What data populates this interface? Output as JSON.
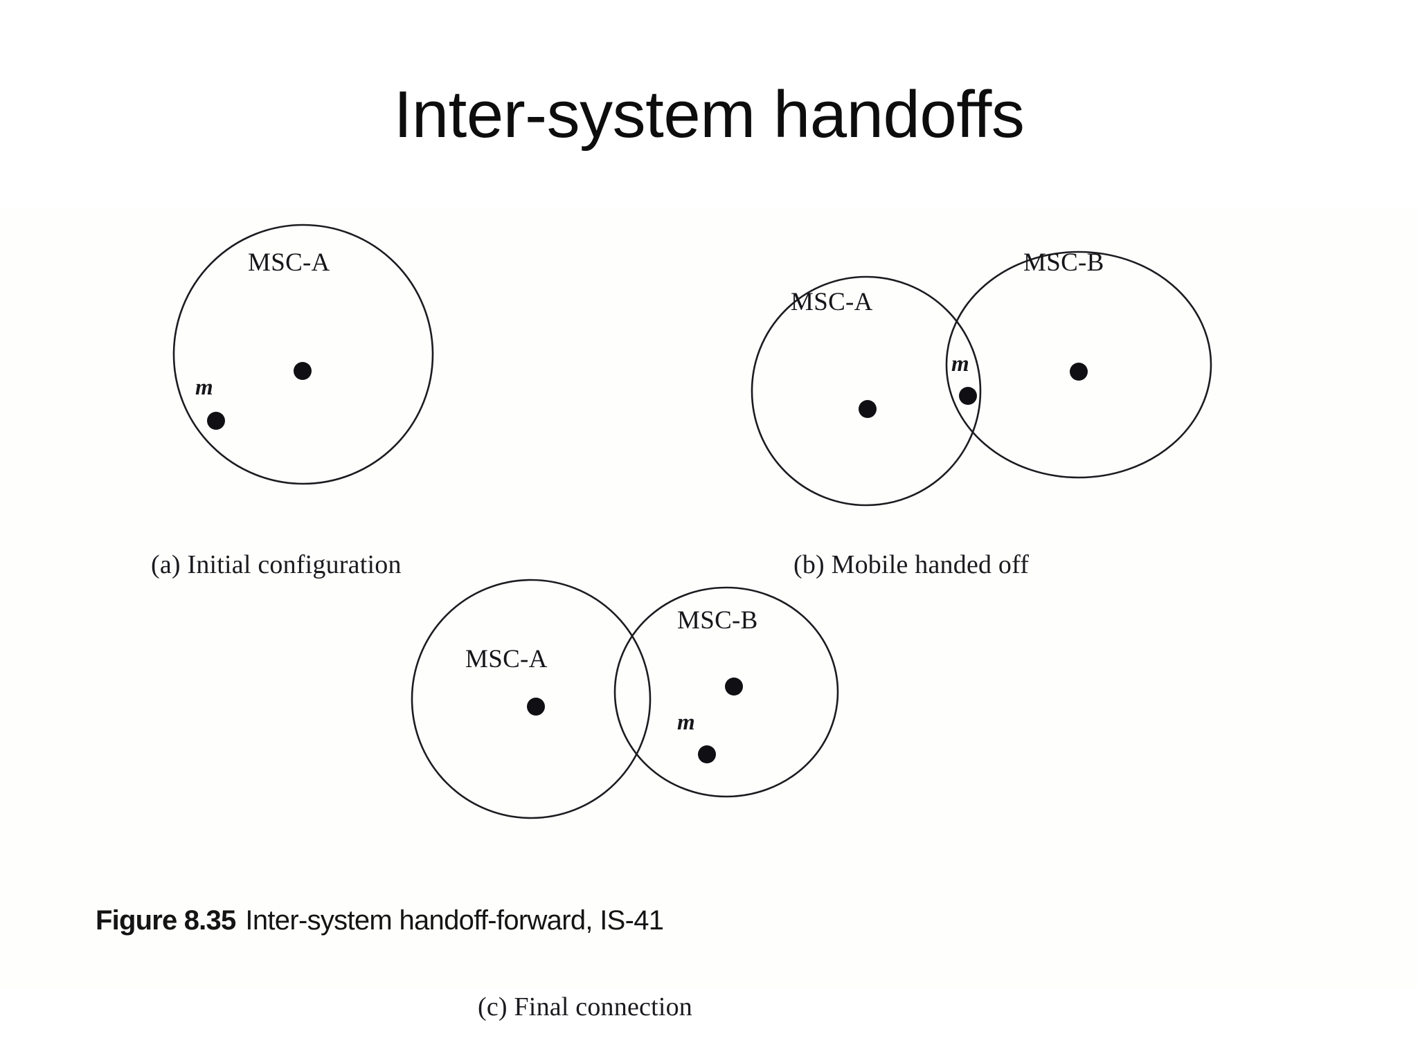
{
  "slide": {
    "title": "Inter-system handoffs",
    "background_color": "#ffffff",
    "text_color": "#0d0d0d"
  },
  "figure": {
    "caption_label": "Figure 8.35",
    "caption_text": "Inter-system handoff-forward, IS-41",
    "stroke_color": "#1b1b20",
    "dot_color": "#101014",
    "panels": [
      {
        "id": "a",
        "caption": "(a) Initial configuration",
        "regions": [
          {
            "name": "MSC-A",
            "shape": "circle"
          }
        ],
        "mobile_label": "m",
        "mobile_location": "inside MSC-A, lower left"
      },
      {
        "id": "b",
        "caption": "(b) Mobile handed off",
        "regions": [
          {
            "name": "MSC-A",
            "shape": "circle"
          },
          {
            "name": "MSC-B",
            "shape": "ellipse"
          }
        ],
        "mobile_label": "m",
        "mobile_location": "in the MSC-A / MSC-B overlap lens"
      },
      {
        "id": "c",
        "caption": "(c) Final connection",
        "regions": [
          {
            "name": "MSC-A",
            "shape": "circle"
          },
          {
            "name": "MSC-B",
            "shape": "ellipse"
          }
        ],
        "mobile_label": "m",
        "mobile_location": "inside MSC-B, below its site dot"
      }
    ],
    "labels": {
      "panel_a_msc_a": "MSC-A",
      "panel_a_mobile": "m",
      "panel_b_msc_a": "MSC-A",
      "panel_b_msc_b": "MSC-B",
      "panel_b_mobile": "m",
      "panel_c_msc_a": "MSC-A",
      "panel_c_msc_b": "MSC-B",
      "panel_c_mobile": "m"
    },
    "captions": {
      "panel_a": "(a) Initial configuration",
      "panel_b": "(b) Mobile handed off",
      "panel_c": "(c) Final connection"
    }
  }
}
